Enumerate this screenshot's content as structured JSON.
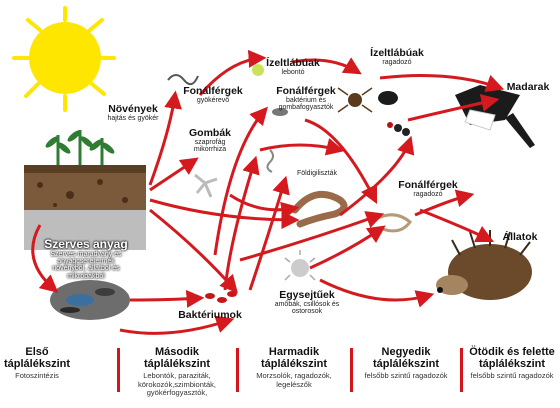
{
  "labels": {
    "plants_title": "Növények",
    "plants_sub": "hajtás és gyökér",
    "nematode_root_title": "Fonálférgek",
    "nematode_root_sub": "gyökérevő",
    "arthropod_title": "Ízeltlábúak",
    "arthropod_sub": "lebontó",
    "arthropod_pred_title": "Ízeltlábúak",
    "arthropod_pred_sub": "ragadozó",
    "nematode_bact_title": "Fonálférgek",
    "nematode_bact_sub": "baktérium és gombafogyasztók",
    "fungi_title": "Gombák",
    "fungi_sub": "szaprofág mikorrhiza",
    "earthworm": "Földigiliszták",
    "nematode_pred_title": "Fonálférgek",
    "nematode_pred_sub": "ragadozó",
    "birds": "Madarak",
    "animals": "Állatok",
    "organic_title": "Szerves anyag",
    "organic_sub": "Szerves maradvány és anyagcseretermék növényből, állatból és mikrobákból",
    "bacteria": "Baktériumok",
    "protozoa_title": "Egysejtűek",
    "protozoa_sub": "amőbák, csillósok és ostorosok"
  },
  "levels": [
    {
      "title": "Első táplálékszint",
      "desc": "Fotoszintézis"
    },
    {
      "title": "Második táplálékszint",
      "desc": "Lebontók, paraziták, körokozók,szimbionták, gyökérfogyasztók,"
    },
    {
      "title": "Harmadik táplálékszint",
      "desc": "Morzsolók, ragadozók, legelészők"
    },
    {
      "title": "Negyedik táplálékszint",
      "desc": "felsőbb szintű ragadozók"
    },
    {
      "title": "Ötödik és felette táplálékszint",
      "desc": "felsőbb szintű ragadozók"
    }
  ],
  "colors": {
    "arrow": "#d41a1f",
    "sun": "#ffe600",
    "soil": "#7a5a3a",
    "grass": "#2e7d32"
  }
}
